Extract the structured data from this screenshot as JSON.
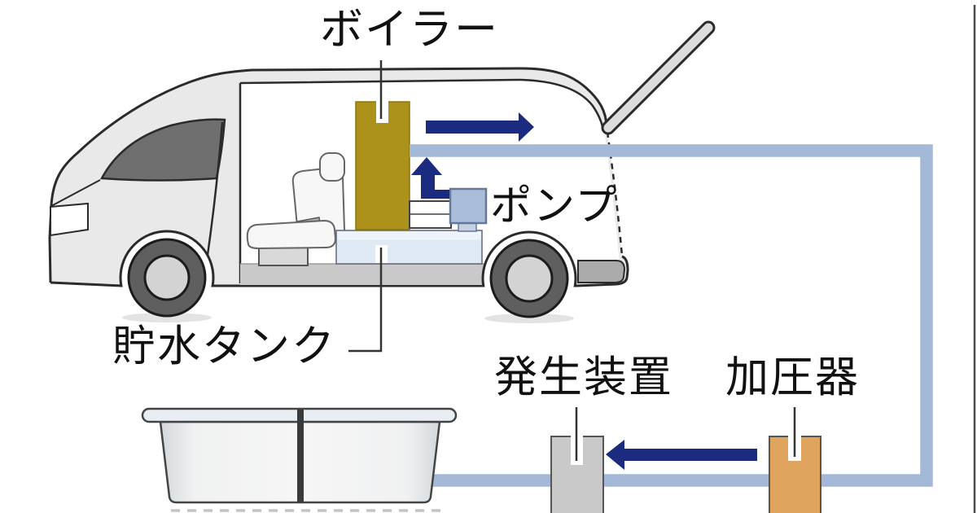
{
  "diagram": {
    "description": "Cutaway side-view of a van containing a mobile bath/hot-water system with circulation pipe loop to a bathtub",
    "labels": {
      "boiler": "ボイラー",
      "pump": "ポンプ",
      "water_tank": "貯水タンク",
      "generator": "発生装置",
      "pressurizer": "加圧器"
    },
    "colors": {
      "boiler_fill": "#AC911B",
      "pipe_fill": "#A4B8D8",
      "arrow_navy": "#1B2B80",
      "pump_fill": "#A9BDD9",
      "tank_fill": "#DFE9F3",
      "generator_fill": "#C9C9C9",
      "pressurizer_fill": "#DFA55F",
      "van_body_fill": "#E9E9E9",
      "outline": "#2B2B2B"
    },
    "flow_arrows": [
      {
        "name": "steam-out",
        "direction": "right",
        "location": "from boiler toward rear of van"
      },
      {
        "name": "pump-feed",
        "direction": "up",
        "location": "from pump toward boiler"
      },
      {
        "name": "water-return",
        "direction": "left",
        "location": "from pressurizer toward generator"
      }
    ]
  }
}
